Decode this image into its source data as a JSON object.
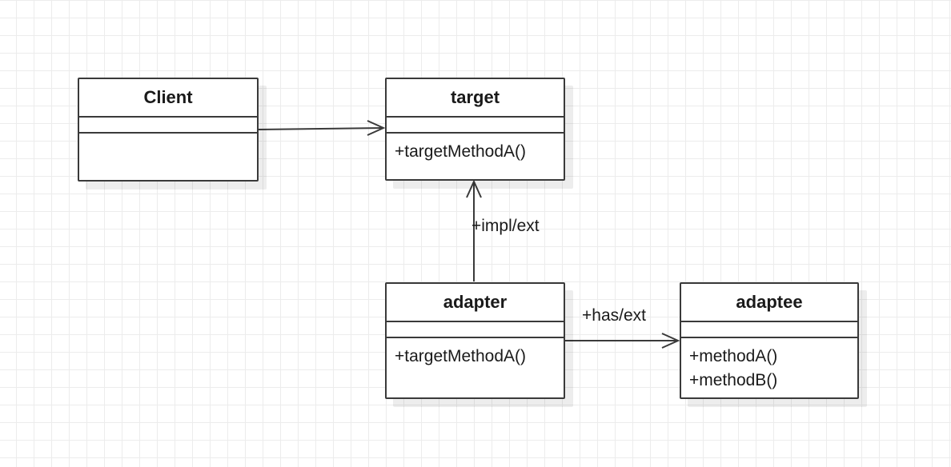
{
  "classes": {
    "client": {
      "name": "Client",
      "methods": []
    },
    "target": {
      "name": "target",
      "methods": [
        "+targetMethodA()"
      ]
    },
    "adapter": {
      "name": "adapter",
      "methods": [
        "+targetMethodA()"
      ]
    },
    "adaptee": {
      "name": "adaptee",
      "methods": [
        "+methodA()",
        "+methodB()"
      ]
    }
  },
  "relations": {
    "adapter_to_target": {
      "label": "+impl/ext"
    },
    "adapter_to_adaptee": {
      "label": "+has/ext"
    }
  },
  "colors": {
    "line": "#3a3a3a",
    "grid": "#ececec"
  }
}
